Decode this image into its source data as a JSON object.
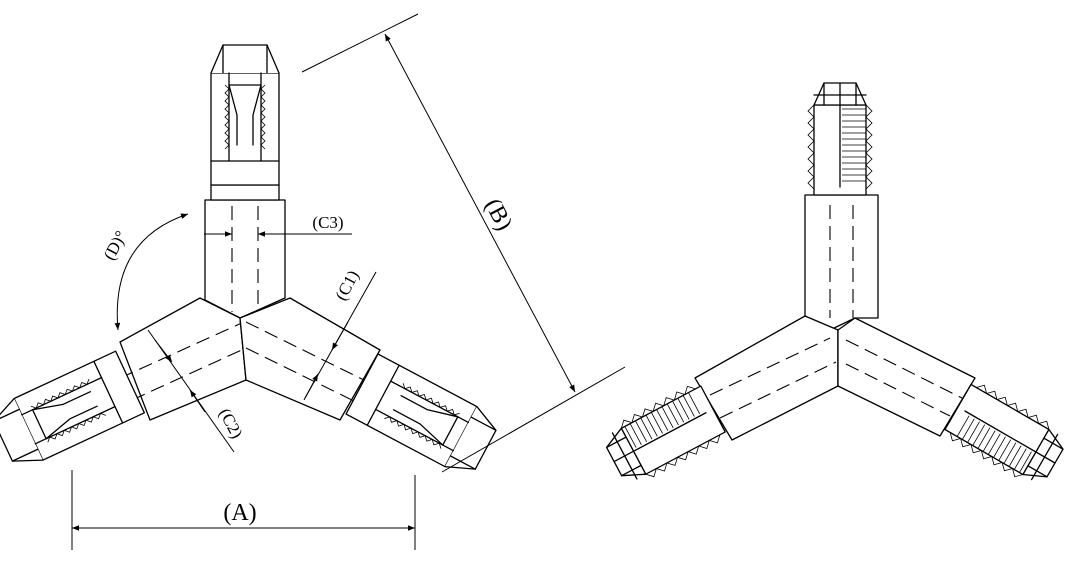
{
  "diagram": {
    "views": [
      "side-view-with-dimensions",
      "isometric-view"
    ],
    "labels": {
      "a": "(A)",
      "b": "(B)",
      "c1": "(C1)",
      "c2": "(C2)",
      "c3": "(C3)",
      "d": "(D)°"
    }
  }
}
